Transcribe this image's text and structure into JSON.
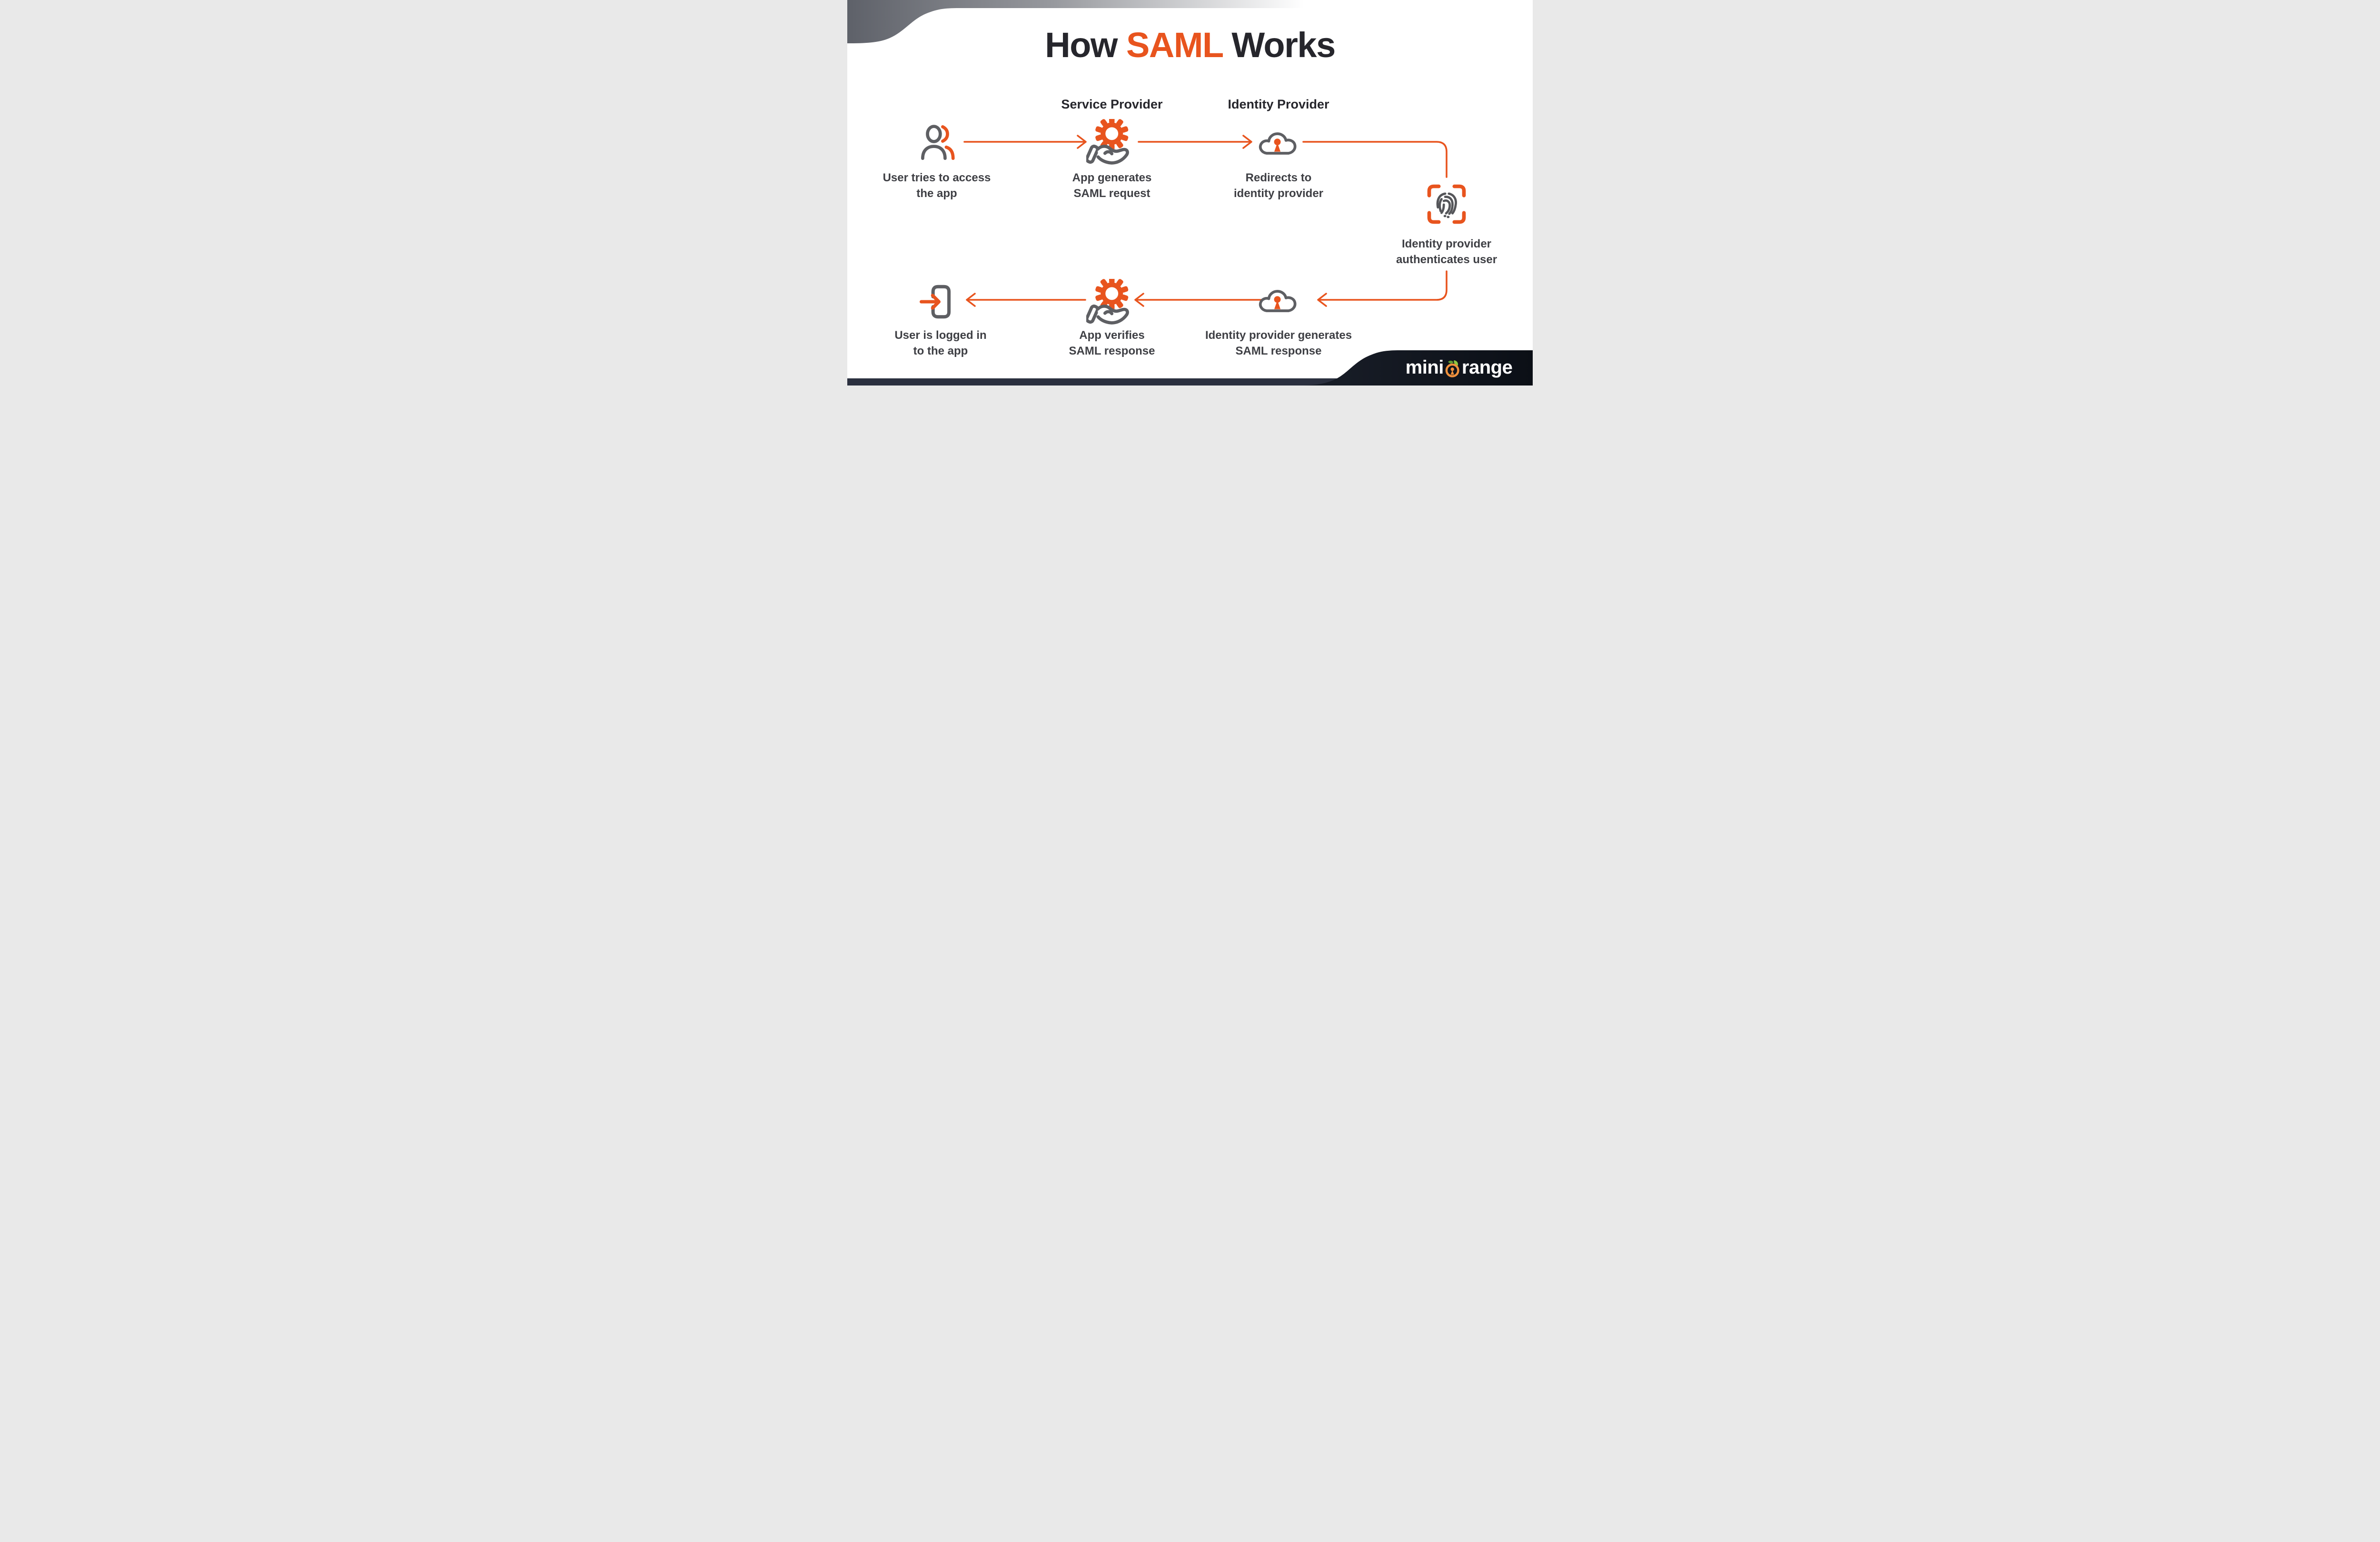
{
  "title": {
    "pre": "How ",
    "highlight": "SAML",
    "post": " Works"
  },
  "lanes": [
    {
      "label": "Service Provider"
    },
    {
      "label": "Identity Provider"
    }
  ],
  "steps": [
    {
      "icon": "user-icon",
      "line1": "User tries to access",
      "line2": "the app"
    },
    {
      "icon": "gear-hand-icon",
      "line1": "App generates",
      "line2": "SAML request"
    },
    {
      "icon": "cloud-keyhole-icon",
      "line1": "Redirects to",
      "line2": "identity provider"
    },
    {
      "icon": "fingerprint-scan-icon",
      "line1": "Identity provider",
      "line2": "authenticates user"
    },
    {
      "icon": "cloud-keyhole-icon",
      "line1": "Identity provider generates",
      "line2": "SAML response"
    },
    {
      "icon": "gear-hand-icon",
      "line1": "App verifies",
      "line2": "SAML response"
    },
    {
      "icon": "login-door-icon",
      "line1": "User is logged in",
      "line2": "to the app"
    }
  ],
  "logo": {
    "mini": "mini",
    "range": "range"
  },
  "colors": {
    "accent_orange": "#E8541E",
    "icon_gray": "#5E5F63",
    "title_dark": "#26262C",
    "caption_gray": "#3E3F44",
    "footer_dark": "#0D1119",
    "bottom_bar": "#2B303F",
    "logo_orange": "#F0913D",
    "leaf_green": "#8DC63F"
  }
}
